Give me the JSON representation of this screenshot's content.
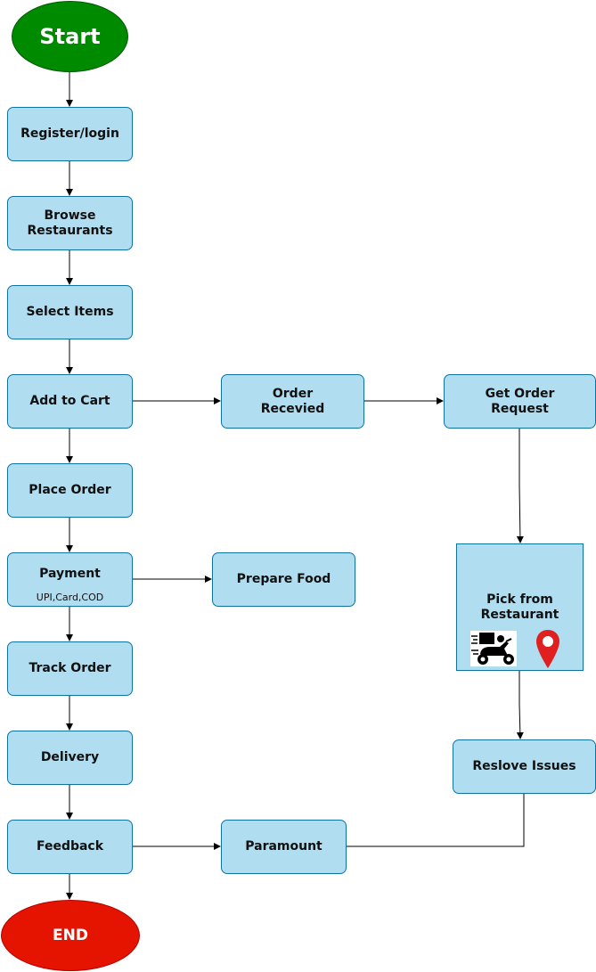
{
  "nodes": {
    "start": "Start",
    "register": "Register/login",
    "browse": "Browse\nRestaurants",
    "select": "Select Items",
    "cart": "Add to Cart",
    "order_received": "Order\nRecevied",
    "get_order": "Get Order\nRequest",
    "place_order": "Place Order",
    "payment": "Payment",
    "payment_sub": "UPI,Card,COD",
    "prepare": "Prepare Food",
    "pick": "Pick from\nRestaurant",
    "track": "Track Order",
    "delivery": "Delivery",
    "resolve": "Reslove Issues",
    "feedback": "Feedback",
    "paramount": "Paramount",
    "end": "END"
  },
  "icons": {
    "pick": [
      "delivery-scooter-icon",
      "location-pin-icon"
    ]
  },
  "colors": {
    "box_fill": "#b1ddf0",
    "box_border": "#10739e",
    "start_fill": "#008a00",
    "end_fill": "#e51400",
    "pin": "#e02020"
  }
}
